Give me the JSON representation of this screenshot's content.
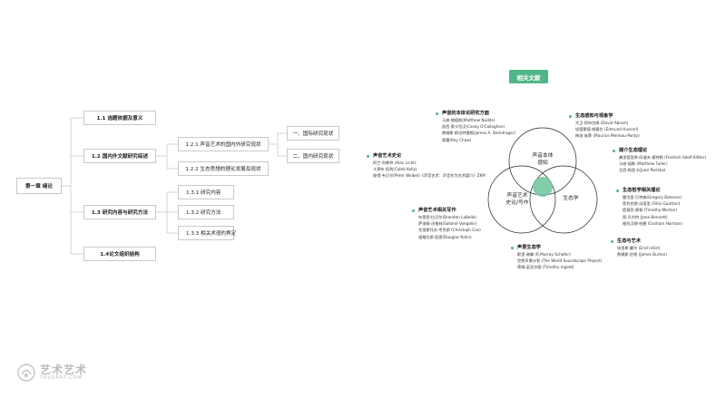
{
  "outline": {
    "chapter": "第一章  绪论",
    "level1": [
      "1.1 选题依据及意义",
      "1.2 国内外文献研究综述",
      "1.3 研究内容与研究方法",
      "1.4论文组织结构"
    ],
    "s12_children": [
      "1.2.1 声音艺术的国内外研究现状",
      "1.2.2 生态思想的理论发展及现状"
    ],
    "s121_children": [
      "一、国际研究现状",
      "二、国内研究现状"
    ],
    "s13_children": [
      "1.3.1 研究内容",
      "1.3.2 研究方法",
      "1.3.3 相关术语的界定"
    ]
  },
  "literature": {
    "title": "相关文献",
    "accent_color": "#52b58a",
    "venn": {
      "top": [
        "声音本体",
        "感知"
      ],
      "left": [
        "声音艺术",
        "史论/写作"
      ],
      "right": "生态学"
    },
    "groups": {
      "ontology": {
        "heading": "声音的本体论研究方面",
        "items": [
          "马修·赫德斯(Matthew Nudds)",
          "凯西·奥卡拉汉(Casey O'Callaghan)",
          "詹姆斯·斯坦特雷格(James A. Steintrager)",
          "周雷(Rey Chow)"
        ]
      },
      "perception": {
        "heading": "生态感知与现象学",
        "items": [
          "大卫·阿布拉姆  (David Abram)",
          "埃德蒙德·胡塞尔  (Edmund Husserl)",
          "梅洛·庞蒂  (Maurice Merleau-Ponty)"
        ]
      },
      "history": {
        "heading": "声音艺术史论",
        "items": [
          "阿兰·利希特 (Alan Licht)",
          "卡莱布·凯利(Caleb Kelly)",
          "彼得·韦贝尔(Peter Weibel)《声音艺术：声音作为艺术媒介》ZKM"
        ]
      },
      "new_materialism": {
        "heading": "媒介生态理论",
        "items": [
          "弗里德里希·阿道夫·基特勒  (Fredrich Adolf Kittler)",
          "马修·福勒  (Matthew Fuller)",
          "尤西·帕里卡(Jussi Parikka)"
        ]
      },
      "writing": {
        "heading": "声音艺术相关写作",
        "items": [
          "布莱登·拉贝尔(Brandon LaBelle)",
          "萨洛姆·沃格林(Salomé Voegelin)",
          "克里斯托夫·考克斯  (Christoph Cox)",
          "道格拉斯·凯恩(Douglas Kahn)"
        ]
      },
      "eco_philosophy": {
        "heading": "生态哲学相关理论",
        "items": [
          "雷戈里·贝特森(Gregory Bateson)",
          "菲利克斯·瓜塔里  (Félix Guattari)",
          "提莫西·莫顿  (Timothy Morton)",
          "简·贝内特  (Jane Bennett)",
          "格拉汉姆·哈曼  (Graham Harman)"
        ]
      },
      "soundscape": {
        "heading": "声景生态学",
        "items": [
          "默里·谢弗  (R.Murray Schafer)",
          "世界声景计划  (The World Soundscape Project)",
          "蒂姆·英戈尔德  (Timothy Ingold)"
        ]
      },
      "eco_art": {
        "heading": "生态与艺术",
        "items": [
          "埃里希·霍尔  (Erich Hörl)",
          "詹姆斯·伯顿  (James Burton)"
        ]
      }
    }
  },
  "watermark": {
    "text": "艺术艺术",
    "sub": "TRUEART.COM"
  }
}
